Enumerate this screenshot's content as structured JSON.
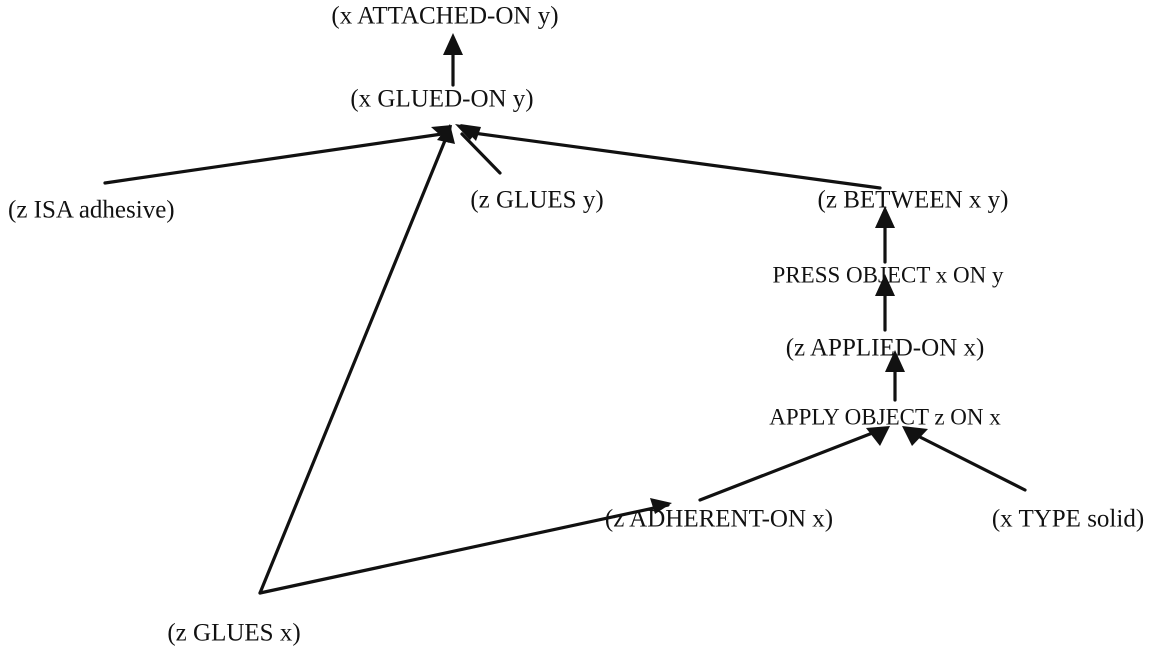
{
  "diagram": {
    "nodes": {
      "attached_on": "(x ATTACHED-ON y)",
      "glued_on": "(x GLUED-ON y)",
      "isa_adhesive": "(z  ISA  adhesive)",
      "glues_y": "(z GLUES y)",
      "between": "(z BETWEEN x y)",
      "press_object": "PRESS OBJECT x ON y",
      "applied_on": "(z  APPLIED-ON  x)",
      "apply_object": "APPLY OBJECT z ON x",
      "adherent_on": "(z ADHERENT-ON x)",
      "type_solid": "(x  TYPE  solid)",
      "glues_x": "(z GLUES x)"
    }
  }
}
